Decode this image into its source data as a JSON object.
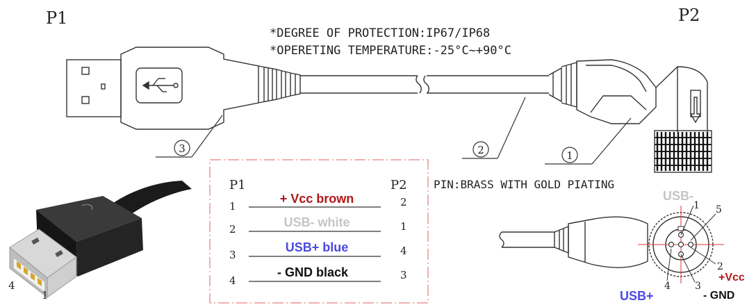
{
  "labels": {
    "p1": "P1",
    "p2": "P2",
    "spec_protection": "*DEGREE OF PROTECTION:IP67/IP68",
    "spec_temperature": "*OPERETING TEMPERATURE:-25°C~+90°C",
    "callout_1": "1",
    "callout_2": "2",
    "callout_3": "3",
    "pin_note": "PIN:BRASS WITH GOLD PIATING",
    "photo_pin_4": "4",
    "photo_pin_1": "1"
  },
  "wiring_table": {
    "header_left": "P1",
    "header_right": "P2",
    "rows": [
      {
        "p1": "1",
        "signal": "+ Vcc brown",
        "p2": "2",
        "color": "#b01818"
      },
      {
        "p1": "2",
        "signal": "USB- white",
        "p2": "1",
        "color": "#c4c4c4"
      },
      {
        "p1": "3",
        "signal": "USB+ blue",
        "p2": "4",
        "color": "#4a4ae0"
      },
      {
        "p1": "4",
        "signal": "- GND  black",
        "p2": "3",
        "color": "#111111"
      }
    ]
  },
  "pinout": {
    "usb_minus": "USB-",
    "usb_plus": "USB+",
    "vcc": "+Vcc",
    "gnd": "- GND",
    "pin_1": "1",
    "pin_2": "2",
    "pin_3": "3",
    "pin_4": "4",
    "pin_5": "5",
    "colors": {
      "usb_minus": "#c4c4c4",
      "usb_plus": "#4a4ae0",
      "vcc": "#b01818",
      "gnd": "#111111"
    }
  },
  "colors": {
    "table_border": "#e06060",
    "crosshair": "#e03030",
    "line": "#333333"
  }
}
